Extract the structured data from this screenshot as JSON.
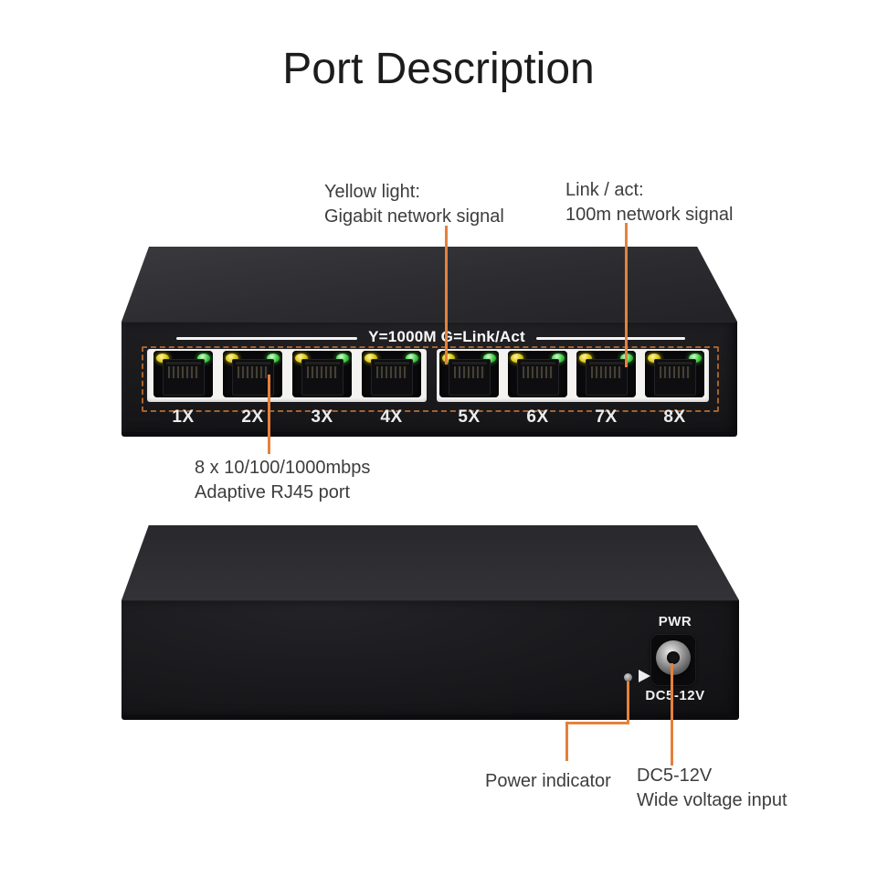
{
  "title": "Port Description",
  "colors": {
    "leader": "#E5813C",
    "dashed_border": "#A4622F",
    "text": "#3D3D3D",
    "led_yellow": "#D9C712",
    "led_green": "#47CB47"
  },
  "callouts": {
    "yellow_light": {
      "line1": "Yellow light:",
      "line2": "Gigabit network signal"
    },
    "link_act": {
      "line1": "Link / act:",
      "line2": "100m network signal"
    },
    "rj45_ports": {
      "line1": "8 x 10/100/1000mbps",
      "line2": "Adaptive RJ45 port"
    },
    "power_indicator": {
      "line1": "Power indicator"
    },
    "dc_input": {
      "line1": "DC5-12V",
      "line2": "Wide voltage input"
    }
  },
  "front_panel": {
    "legend": "Y=1000M G=Link/Act",
    "ports": [
      {
        "label": "1X"
      },
      {
        "label": "2X"
      },
      {
        "label": "3X"
      },
      {
        "label": "4X"
      },
      {
        "label": "5X"
      },
      {
        "label": "6X"
      },
      {
        "label": "7X"
      },
      {
        "label": "8X"
      }
    ]
  },
  "rear_panel": {
    "power_label": "PWR",
    "voltage_label": "DC5-12V"
  }
}
